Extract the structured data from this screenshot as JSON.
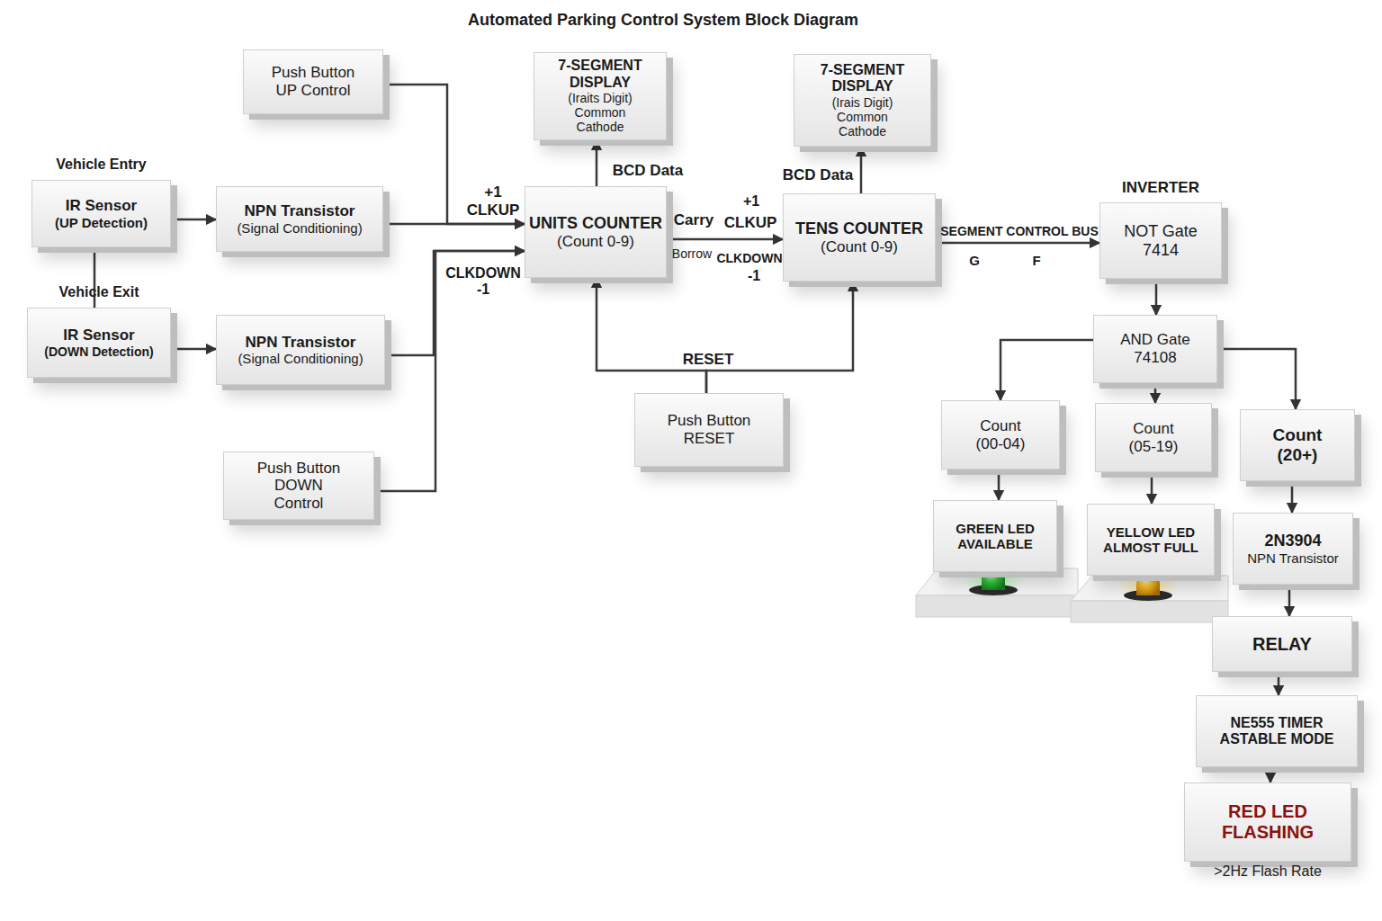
{
  "diagram": {
    "title": "Automated Parking Control System Block Diagram",
    "nodes": [
      {
        "text": [
          "Push Button UP Control"
        ]
      },
      {
        "text": [
          "Vehicle Entry",
          "IR Sensor",
          "(UP Detection)"
        ]
      },
      {
        "text": [
          "NPN Transistor",
          "(Signal Conditioning)"
        ]
      },
      {
        "text": [
          "Vehicle Exit",
          "IR Sensor",
          "(DOWN Detection)"
        ]
      },
      {
        "text": [
          "NPN Transistor",
          "(Signal Conditioning)"
        ]
      },
      {
        "text": [
          "Push Button DOWN Control"
        ]
      },
      {
        "text": [
          "7-SEGMENT DISPLAY",
          "(Iraits Digit) Common Cathode"
        ]
      },
      {
        "text": [
          "UNITS COUNTER",
          "(Count 0-9)"
        ]
      },
      {
        "text": [
          "Push Button RESET"
        ]
      },
      {
        "text": [
          "7-SEGMENT DISPLAY",
          "(Irais Digit) Common Cathode"
        ]
      },
      {
        "text": [
          "TENS COUNTER",
          "(Count 0-9)"
        ]
      },
      {
        "text": [
          "INVERTER",
          "NOT Gate 7414"
        ]
      },
      {
        "text": [
          "AND Gate 74108"
        ]
      },
      {
        "text": [
          "Count (00-04)"
        ]
      },
      {
        "text": [
          "Count (05-19)"
        ]
      },
      {
        "text": [
          "Count (20+)"
        ]
      },
      {
        "text": [
          "GREEN LED AVAILABLE"
        ]
      },
      {
        "text": [
          "YELLOW LED ALMOST FULL"
        ]
      },
      {
        "text": [
          "2N3904",
          "NPN Transistor"
        ]
      },
      {
        "text": [
          "RELAY"
        ]
      },
      {
        "text": [
          "NE555 TIMER ASTABLE MODE"
        ]
      },
      {
        "text": [
          "RED LED FLASHING",
          ">2Hz Flash Rate"
        ]
      }
    ],
    "edges": [
      {
        "from": 1,
        "to": 2,
        "arrow": "to"
      },
      {
        "from": 3,
        "to": 1,
        "arrow": "none"
      },
      {
        "from": 3,
        "to": 4,
        "arrow": "to"
      },
      {
        "from": 0,
        "to": 7,
        "arrow": "to"
      },
      {
        "from": 2,
        "to": 7,
        "label": "+1 CLKUP",
        "arrow": "to"
      },
      {
        "from": 4,
        "to": 7,
        "label": "CLKDOWN -1",
        "arrow": "to"
      },
      {
        "from": 5,
        "to": 7,
        "arrow": "to"
      },
      {
        "from": 7,
        "to": 6,
        "label": "BCD Data",
        "arrow": "to"
      },
      {
        "from": 7,
        "to": 10,
        "label": "Carry",
        "arrow": "to"
      },
      {
        "from": 8,
        "to": 7,
        "label": "RESET",
        "arrow": "to"
      },
      {
        "from": 8,
        "to": 10,
        "arrow": "to"
      },
      {
        "from": 10,
        "to": 9,
        "label": "BCD Data",
        "arrow": "to"
      },
      {
        "from": 10,
        "to": 11,
        "label": "SEGMENT CONTROL BUS",
        "arrow": "to"
      },
      {
        "from": 11,
        "to": 12,
        "arrow": "to"
      },
      {
        "from": 12,
        "to": 13,
        "arrow": "to"
      },
      {
        "from": 12,
        "to": 14,
        "arrow": "to"
      },
      {
        "from": 12,
        "to": 15,
        "arrow": "to"
      },
      {
        "from": 13,
        "to": 16,
        "arrow": "to"
      },
      {
        "from": 14,
        "to": 17,
        "arrow": "to"
      },
      {
        "from": 15,
        "to": 18,
        "arrow": "to"
      },
      {
        "from": 18,
        "to": 19,
        "arrow": "to"
      },
      {
        "from": 19,
        "to": 20,
        "arrow": "to"
      },
      {
        "from": 20,
        "to": 21,
        "arrow": "to"
      }
    ],
    "labels": [
      "+1",
      "CLKUP",
      "Borrow",
      "CLKDOWN",
      "-1",
      "G",
      "F"
    ]
  }
}
